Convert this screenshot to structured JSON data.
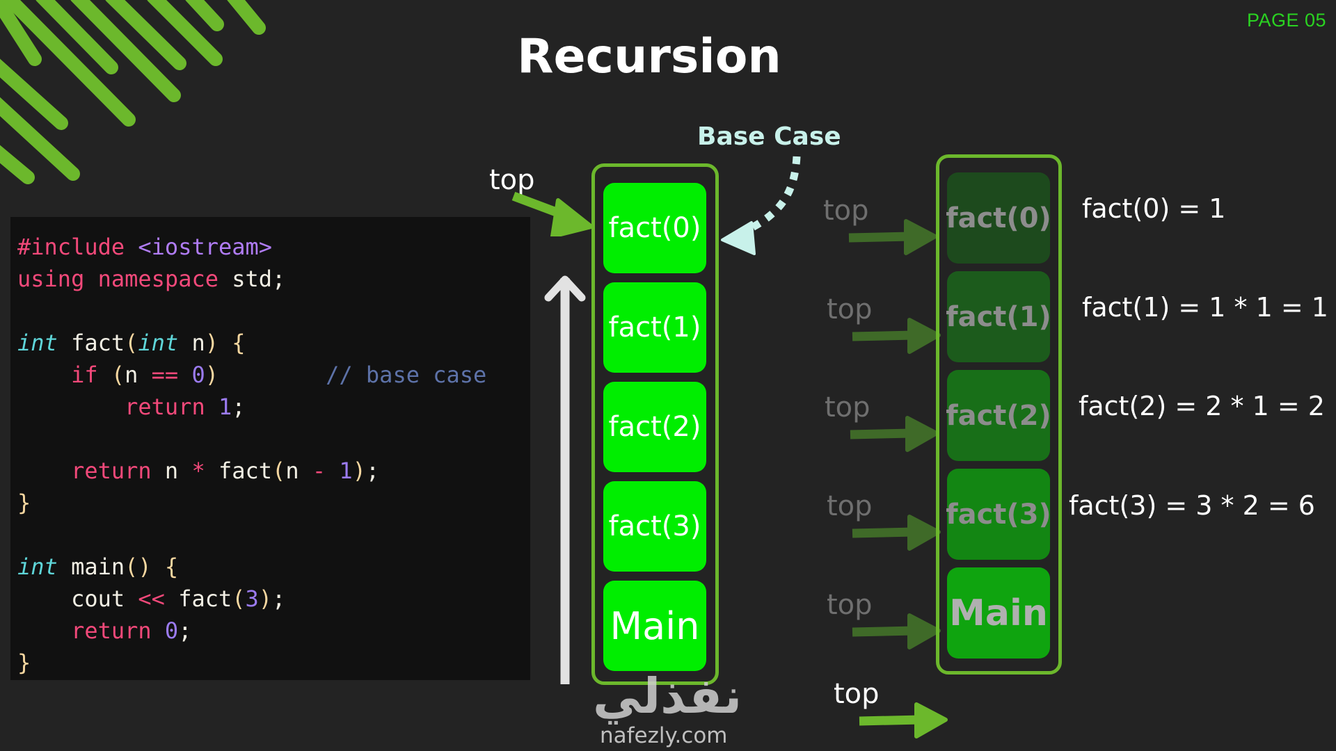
{
  "page": {
    "number_label": "PAGE 05",
    "title": "Recursion"
  },
  "colors": {
    "background": "#232323",
    "accent_green": "#6cb82c",
    "bright_green": "#00ee00",
    "page_number": "#2ad321",
    "base_case": "#c8f1ea",
    "code_bg": "#111111"
  },
  "code": {
    "language": "C++",
    "lines": [
      "#include <iostream>",
      "using namespace std;",
      "",
      "int fact(int n) {",
      "    if (n == 0)        // base case",
      "        return 1;",
      "",
      "    return n * fact(n - 1);",
      "}",
      "",
      "int main() {",
      "    cout << fact(3);",
      "    return 0;",
      "}"
    ]
  },
  "call_stack": {
    "pointer_label": "top",
    "base_case_label": "Base Case",
    "frames": [
      "fact(0)",
      "fact(1)",
      "fact(2)",
      "fact(3)",
      "Main"
    ],
    "direction_icon": "arrow-up-icon"
  },
  "unwind_stack": {
    "pointer_labels": [
      "top",
      "top",
      "top",
      "top",
      "top",
      "top"
    ],
    "frames": [
      "fact(0)",
      "fact(1)",
      "fact(2)",
      "fact(3)",
      "Main"
    ],
    "results": [
      "fact(0) = 1",
      "fact(1) = 1 * 1 = 1",
      "fact(2) = 2 * 1 = 2",
      "fact(3) = 3 * 2 = 6"
    ]
  },
  "watermark": {
    "arabic": "نفذلي",
    "url": "nafezly.com"
  }
}
